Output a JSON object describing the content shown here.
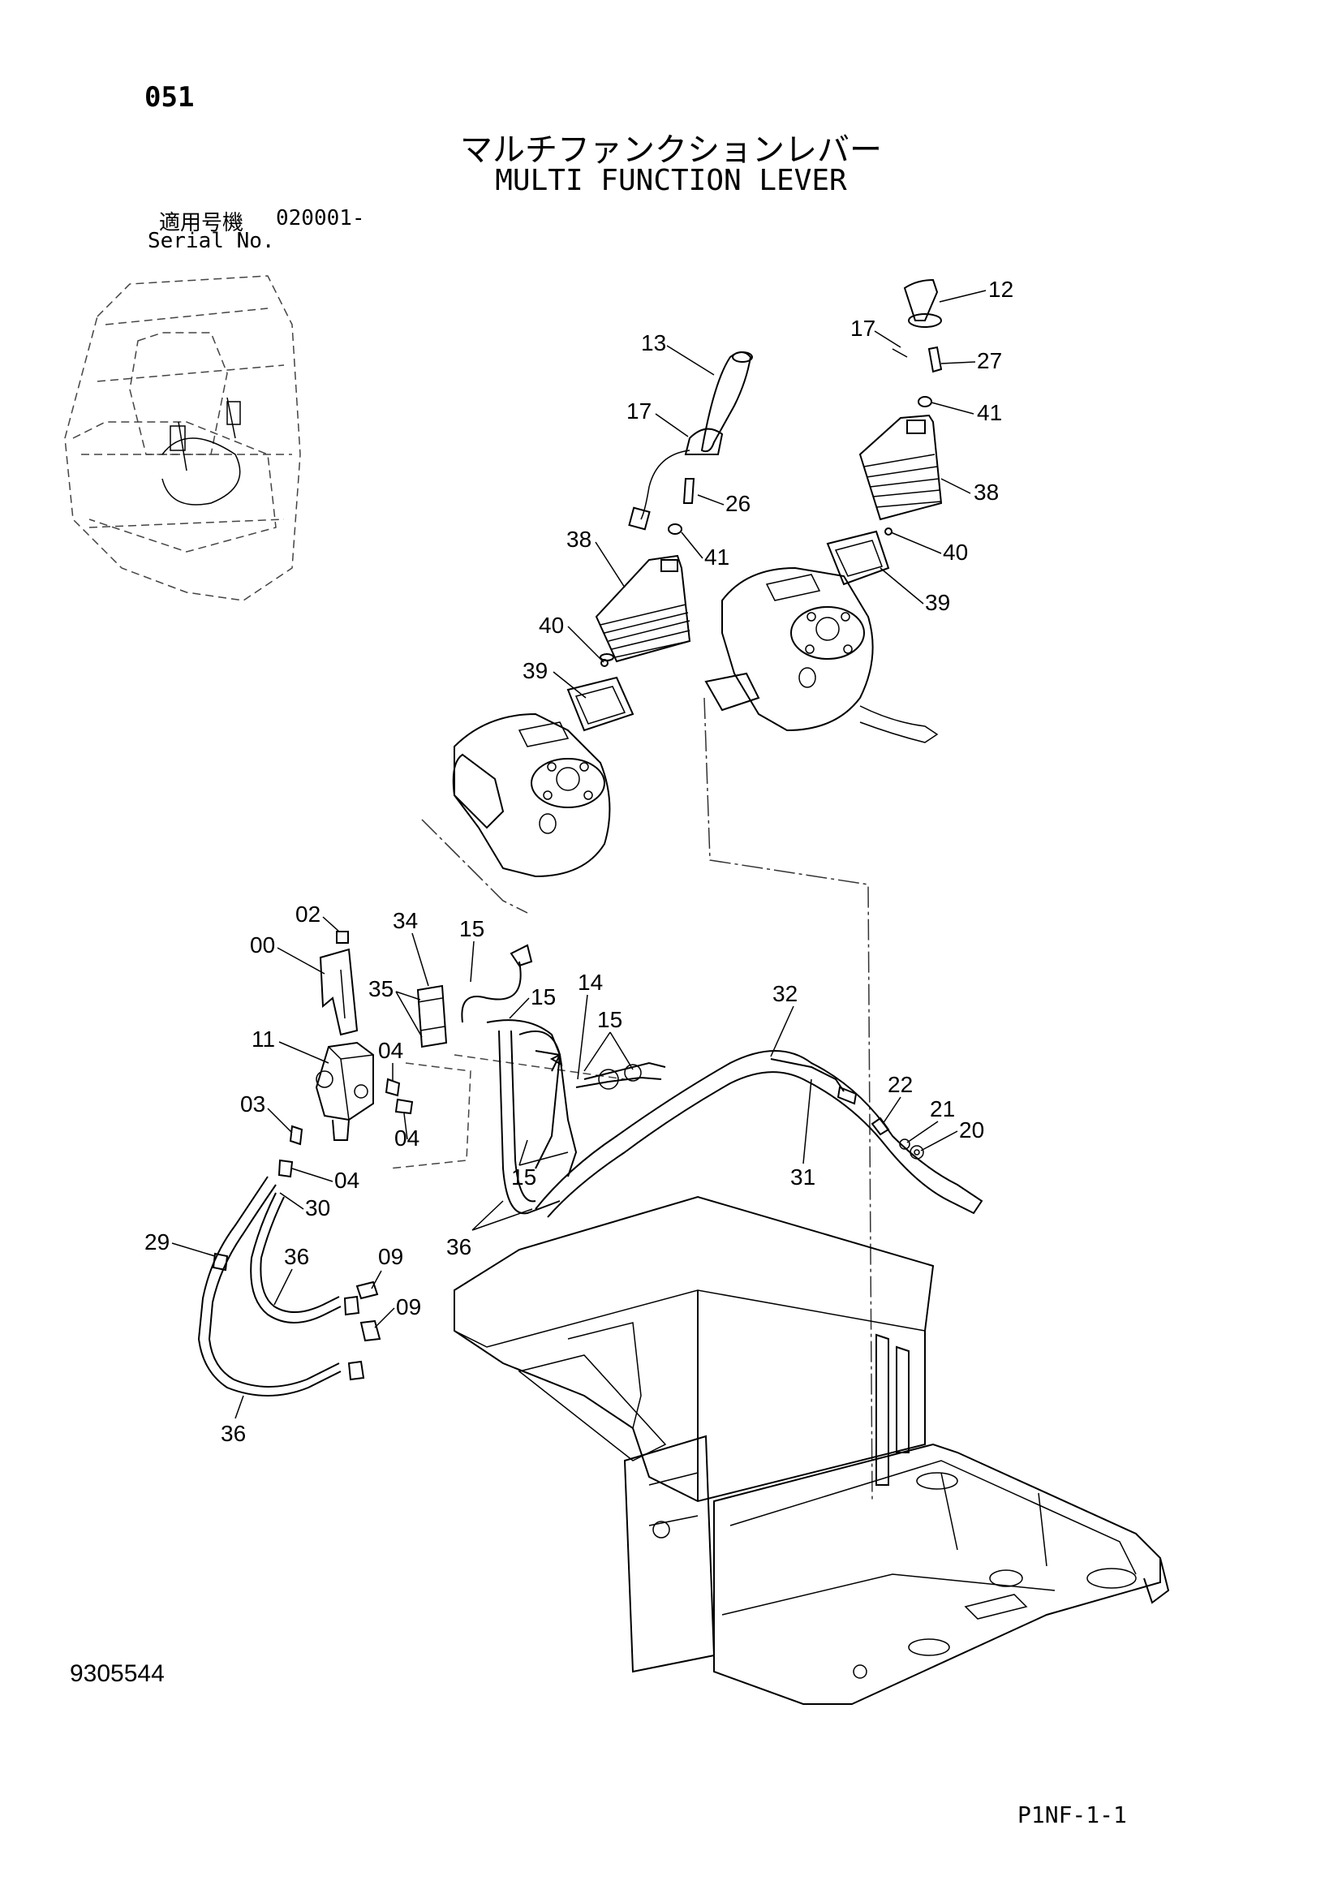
{
  "page_number": "051",
  "title_ja": "マルチファンクションレバー",
  "title_en": "MULTI FUNCTION LEVER",
  "serial": {
    "label_ja": "適用号機",
    "label_en": "Serial No.",
    "value": "020001-"
  },
  "drawing_number": "9305544",
  "page_code": "P1NF-1-1",
  "callouts": [
    {
      "id": "c12",
      "label": "12"
    },
    {
      "id": "c17a",
      "label": "17"
    },
    {
      "id": "c27",
      "label": "27"
    },
    {
      "id": "c41a",
      "label": "41"
    },
    {
      "id": "c38a",
      "label": "38"
    },
    {
      "id": "c40a",
      "label": "40"
    },
    {
      "id": "c39a",
      "label": "39"
    },
    {
      "id": "c13",
      "label": "13"
    },
    {
      "id": "c17b",
      "label": "17"
    },
    {
      "id": "c26",
      "label": "26"
    },
    {
      "id": "c38b",
      "label": "38"
    },
    {
      "id": "c41b",
      "label": "41"
    },
    {
      "id": "c40b",
      "label": "40"
    },
    {
      "id": "c39b",
      "label": "39"
    },
    {
      "id": "c34",
      "label": "34"
    },
    {
      "id": "c02",
      "label": "02"
    },
    {
      "id": "c00",
      "label": "00"
    },
    {
      "id": "c15a",
      "label": "15"
    },
    {
      "id": "c35",
      "label": "35"
    },
    {
      "id": "c15b",
      "label": "15"
    },
    {
      "id": "c14",
      "label": "14"
    },
    {
      "id": "c15c",
      "label": "15"
    },
    {
      "id": "c32",
      "label": "32"
    },
    {
      "id": "c11",
      "label": "11"
    },
    {
      "id": "c04a",
      "label": "04"
    },
    {
      "id": "c03",
      "label": "03"
    },
    {
      "id": "c04b",
      "label": "04"
    },
    {
      "id": "c22",
      "label": "22"
    },
    {
      "id": "c21",
      "label": "21"
    },
    {
      "id": "c20",
      "label": "20"
    },
    {
      "id": "c31",
      "label": "31"
    },
    {
      "id": "c04c",
      "label": "04"
    },
    {
      "id": "c15d",
      "label": "15"
    },
    {
      "id": "c30",
      "label": "30"
    },
    {
      "id": "c29",
      "label": "29"
    },
    {
      "id": "c36a",
      "label": "36"
    },
    {
      "id": "c36b",
      "label": "36"
    },
    {
      "id": "c09a",
      "label": "09"
    },
    {
      "id": "c09b",
      "label": "09"
    },
    {
      "id": "c36c",
      "label": "36"
    }
  ]
}
